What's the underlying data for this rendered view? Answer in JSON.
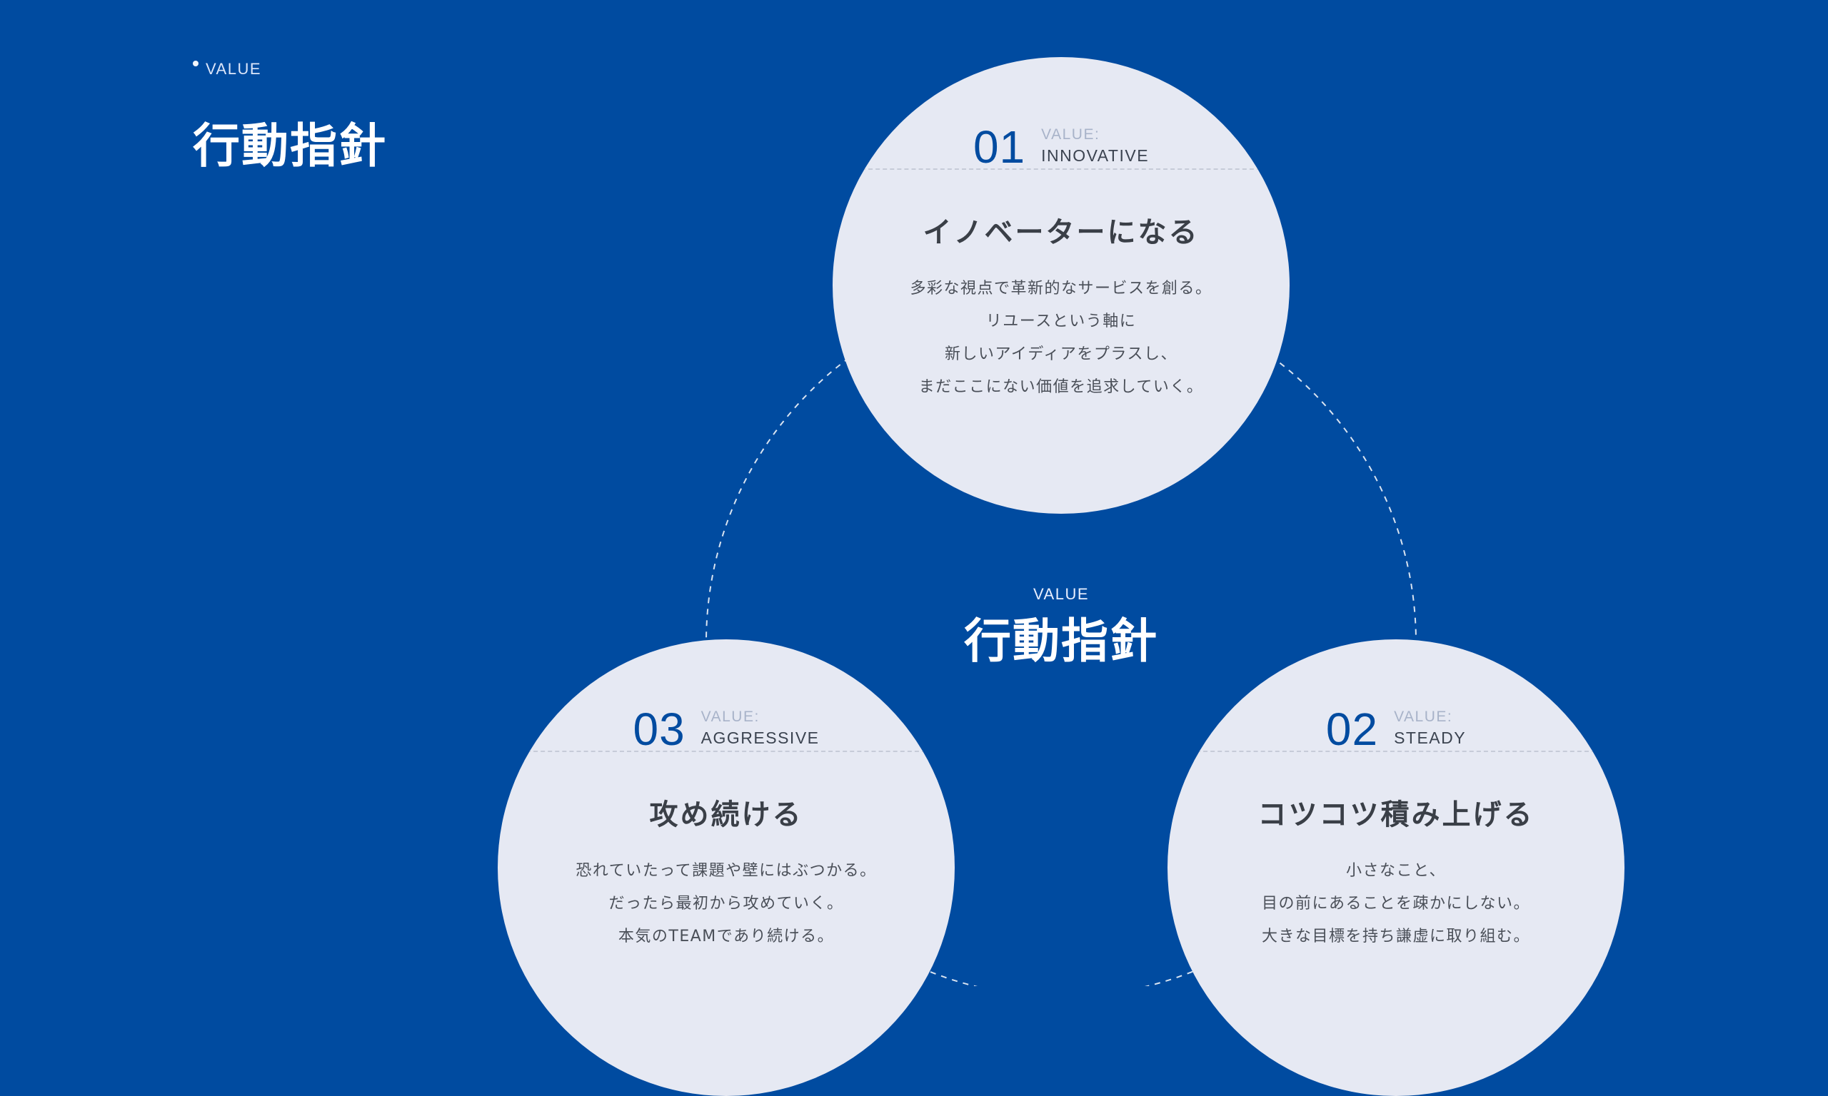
{
  "header": {
    "eyebrow": "VALUE",
    "title": "行動指針"
  },
  "center": {
    "eyebrow": "VALUE",
    "title": "行動指針"
  },
  "values": [
    {
      "number": "01",
      "kicker": "VALUE:",
      "name": "INNOVATIVE",
      "heading": "イノベーターになる",
      "lines": [
        "多彩な視点で革新的なサービスを創る。",
        "リユースという軸に",
        "新しいアイディアをプラスし、",
        "まだここにない価値を追求していく。"
      ]
    },
    {
      "number": "02",
      "kicker": "VALUE:",
      "name": "STEADY",
      "heading": "コツコツ積み上げる",
      "lines": [
        "小さなこと、",
        "目の前にあることを疎かにしない。",
        "大きな目標を持ち謙虚に取り組む。"
      ]
    },
    {
      "number": "03",
      "kicker": "VALUE:",
      "name": "AGGRESSIVE",
      "heading": "攻め続ける",
      "lines": [
        "恐れていたって課題や壁にはぶつかる。",
        "だったら最初から攻めていく。",
        "本気のTEAMであり続ける。"
      ]
    }
  ],
  "colors": {
    "background": "#004ba0",
    "circle": "#e6e9f3",
    "accent": "#004ba0"
  }
}
